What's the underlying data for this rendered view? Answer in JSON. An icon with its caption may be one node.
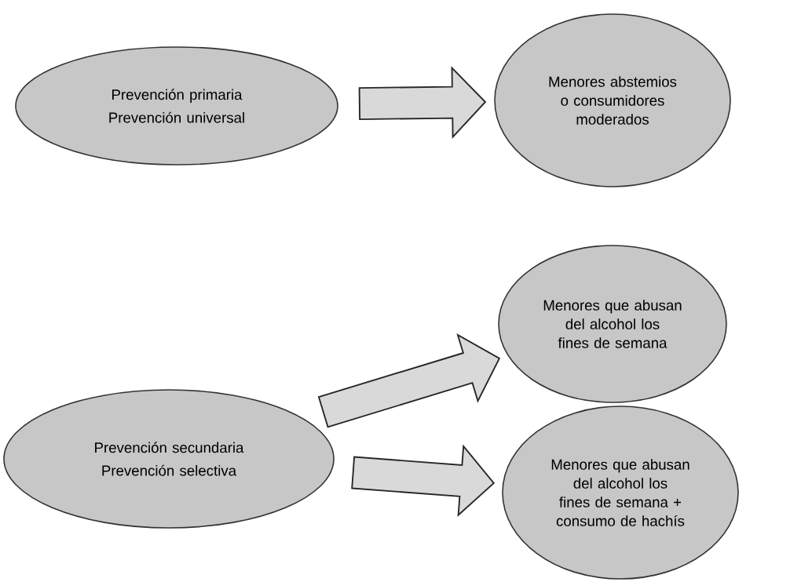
{
  "diagram": {
    "nodes": [
      {
        "text": [
          "Prevención primaria",
          "Prevención universal"
        ]
      },
      {
        "text": [
          "Menores abstemios o consumidores moderados"
        ]
      },
      {
        "text": [
          "Prevención secundaria",
          "Prevención selectiva"
        ]
      },
      {
        "text": [
          "Menores que abusan del alcohol los fines de semana"
        ]
      },
      {
        "text": [
          "Menores que abusan del alcohol los fines de semana + consumo de hachís"
        ]
      }
    ],
    "edges": [
      {
        "from": 0,
        "to": 1,
        "arrow": "to"
      },
      {
        "from": 2,
        "to": 3,
        "arrow": "to"
      },
      {
        "from": 2,
        "to": 4,
        "arrow": "to"
      }
    ]
  }
}
